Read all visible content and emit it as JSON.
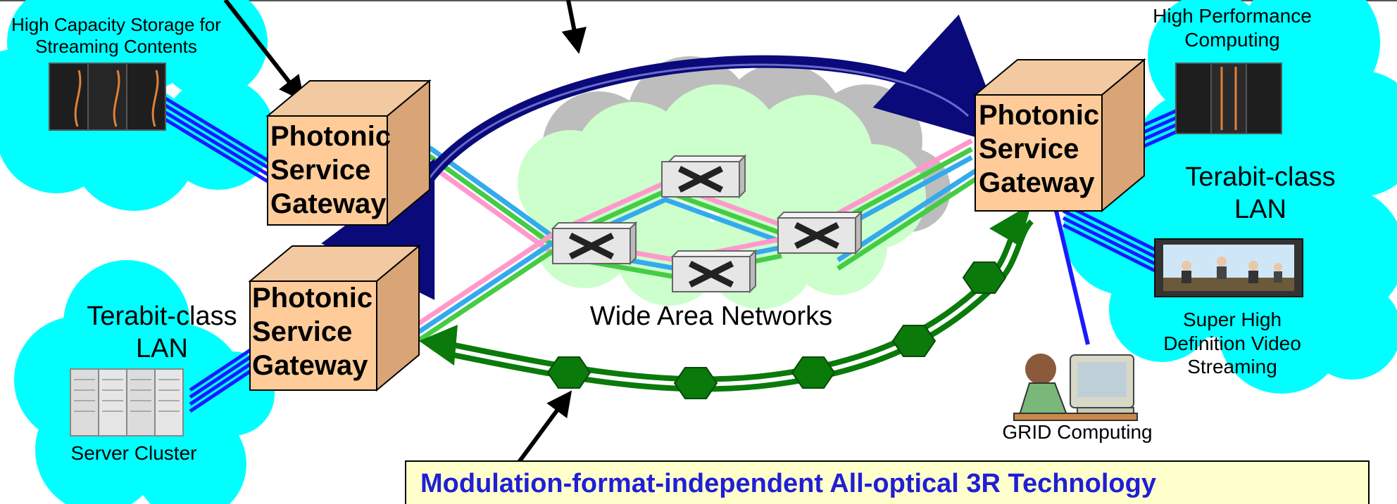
{
  "labels": {
    "storage_line1": "High Capacity Storage for",
    "storage_line2": "Streaming Contents",
    "hpc_line1": "High Performance",
    "hpc_line2": "Computing",
    "lan_right_line1": "Terabit-class",
    "lan_right_line2": "LAN",
    "lan_left_line1": "Terabit-class",
    "lan_left_line2": "LAN",
    "wan": "Wide Area Networks",
    "video_line1": "Super High",
    "video_line2": "Definition Video",
    "video_line3": "Streaming",
    "grid": "GRID Computing",
    "cluster": "Server Cluster"
  },
  "gateways": [
    {
      "line1": "Photonic",
      "line2": "Service",
      "line3": "Gateway"
    },
    {
      "line1": "Photonic",
      "line2": "Service",
      "line3": "Gateway"
    },
    {
      "line1": "Photonic",
      "line2": "Service",
      "line3": "Gateway"
    }
  ],
  "banner": {
    "text": "Modulation-format-independent All-optical 3R Technology"
  },
  "colors": {
    "cloud": "#00ffff",
    "wan_cloud": "#ccffcc",
    "gateway_front": "#ffcc99",
    "gateway_side": "#d9a577",
    "arrow_blue": "#0a0a7a",
    "green_path": "#0a7a0a",
    "banner_text": "#1f1fd6",
    "banner_bg": "#ffffcc"
  }
}
